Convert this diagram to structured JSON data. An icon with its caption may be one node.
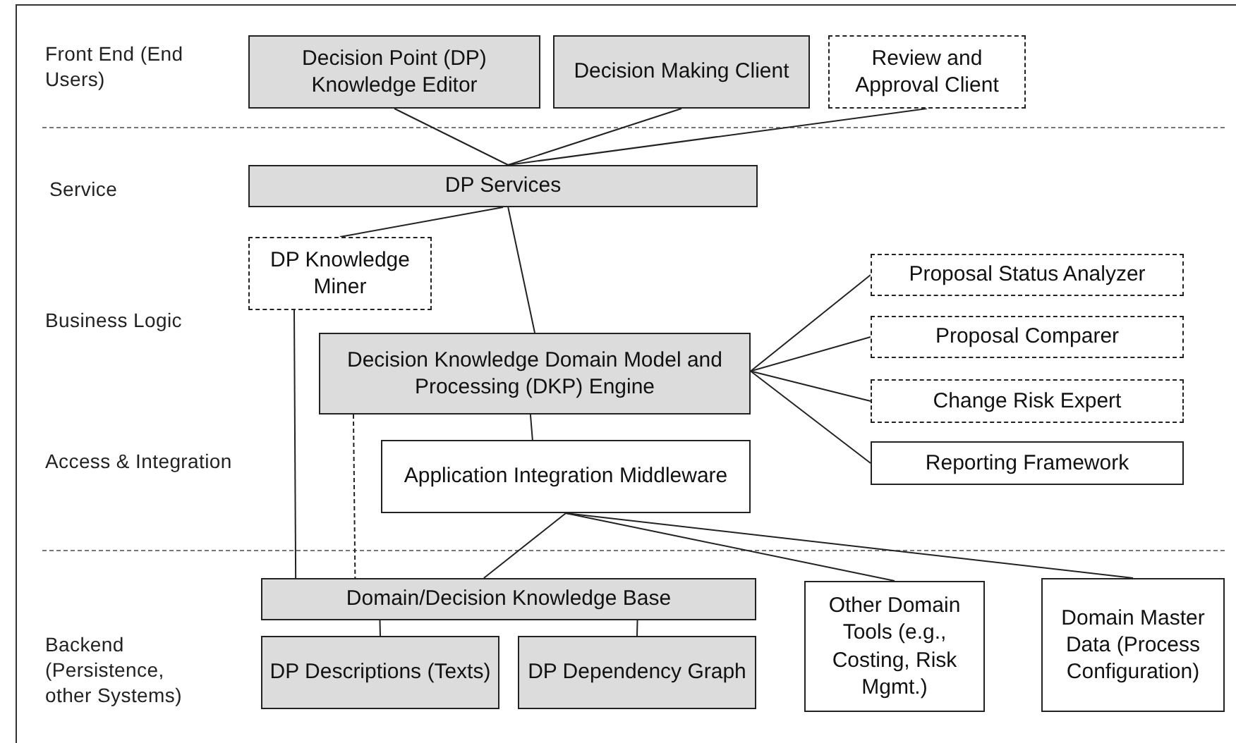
{
  "diagram": {
    "nodes": [
      {
        "text": [
          "Decision Point (DP) Knowledge Editor"
        ]
      },
      {
        "text": [
          "Decision Making Client"
        ]
      },
      {
        "text": [
          "Review and Approval Client"
        ]
      },
      {
        "text": [
          "DP Services"
        ]
      },
      {
        "text": [
          "DP Knowledge Miner"
        ]
      },
      {
        "text": [
          "Decision Knowledge Domain Model and Processing (DKP) Engine"
        ]
      },
      {
        "text": [
          "Proposal Status Analyzer"
        ]
      },
      {
        "text": [
          "Proposal Comparer"
        ]
      },
      {
        "text": [
          "Change Risk Expert"
        ]
      },
      {
        "text": [
          "Reporting Framework"
        ]
      },
      {
        "text": [
          "Application Integration Middleware"
        ]
      },
      {
        "text": [
          "Domain/Decision Knowledge Base"
        ]
      },
      {
        "text": [
          "DP Descriptions (Texts)"
        ]
      },
      {
        "text": [
          "DP Dependency Graph"
        ]
      },
      {
        "text": [
          "Other Domain Tools (e.g., Costing, Risk Mgmt.)"
        ]
      },
      {
        "text": [
          "Domain Master Data (Process Configuration)"
        ]
      }
    ],
    "edges": [
      {
        "from": 0,
        "to": 3,
        "arrow": "none"
      },
      {
        "from": 1,
        "to": 3,
        "arrow": "none"
      },
      {
        "from": 2,
        "to": 3,
        "arrow": "none"
      },
      {
        "from": 3,
        "to": 4,
        "arrow": "none"
      },
      {
        "from": 3,
        "to": 5,
        "arrow": "none"
      },
      {
        "from": 5,
        "to": 6,
        "arrow": "none"
      },
      {
        "from": 5,
        "to": 7,
        "arrow": "none"
      },
      {
        "from": 5,
        "to": 8,
        "arrow": "none"
      },
      {
        "from": 5,
        "to": 9,
        "arrow": "none"
      },
      {
        "from": 5,
        "to": 10,
        "arrow": "none"
      },
      {
        "from": 4,
        "to": 11,
        "arrow": "none"
      },
      {
        "from": 5,
        "to": 11,
        "arrow": "none",
        "style": "dashed"
      },
      {
        "from": 10,
        "to": 11,
        "arrow": "none"
      },
      {
        "from": 10,
        "to": 14,
        "arrow": "none"
      },
      {
        "from": 10,
        "to": 15,
        "arrow": "none"
      },
      {
        "from": 11,
        "to": 12,
        "arrow": "none"
      },
      {
        "from": 11,
        "to": 13,
        "arrow": "none"
      }
    ],
    "labels": [
      "Front End (End Users)",
      "Service",
      "Business Logic",
      "Access & Integration",
      "Backend (Persistence, other Systems)"
    ]
  }
}
